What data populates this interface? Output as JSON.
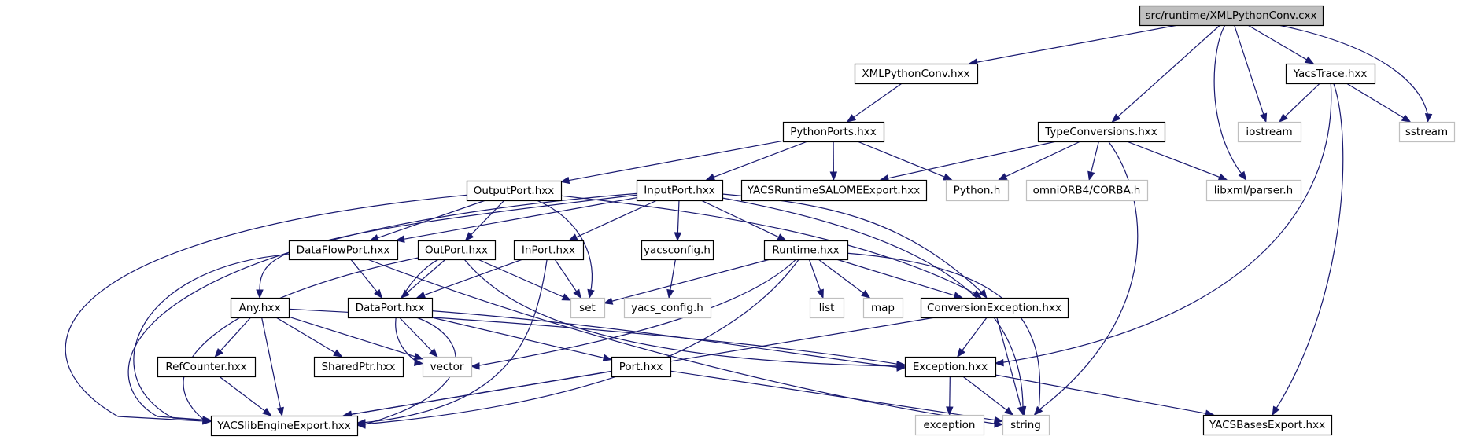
{
  "diagram": {
    "title": "src/runtime/XMLPythonConv.cxx",
    "type": "include-dependency-graph",
    "edge_color": "#191970",
    "root_fill": "#bfbfbf",
    "system_border": "#bfbfbf",
    "nodes": [
      {
        "id": "root",
        "label": "src/runtime/XMLPythonConv.cxx",
        "kind": "root"
      },
      {
        "id": "xmlpythonconv_hxx",
        "label": "XMLPythonConv.hxx",
        "kind": "local"
      },
      {
        "id": "yacstrace",
        "label": "YacsTrace.hxx",
        "kind": "local"
      },
      {
        "id": "pythonports",
        "label": "PythonPorts.hxx",
        "kind": "local"
      },
      {
        "id": "typeconversions",
        "label": "TypeConversions.hxx",
        "kind": "local"
      },
      {
        "id": "iostream",
        "label": "iostream",
        "kind": "system"
      },
      {
        "id": "sstream",
        "label": "sstream",
        "kind": "system"
      },
      {
        "id": "outputport",
        "label": "OutputPort.hxx",
        "kind": "local"
      },
      {
        "id": "inputport",
        "label": "InputPort.hxx",
        "kind": "local"
      },
      {
        "id": "yacsruntimesalome",
        "label": "YACSRuntimeSALOMEExport.hxx",
        "kind": "local"
      },
      {
        "id": "python_h",
        "label": "Python.h",
        "kind": "system"
      },
      {
        "id": "corba_h",
        "label": "omniORB4/CORBA.h",
        "kind": "system"
      },
      {
        "id": "libxml_parser",
        "label": "libxml/parser.h",
        "kind": "system"
      },
      {
        "id": "dataflowport",
        "label": "DataFlowPort.hxx",
        "kind": "local"
      },
      {
        "id": "outport",
        "label": "OutPort.hxx",
        "kind": "local"
      },
      {
        "id": "inport",
        "label": "InPort.hxx",
        "kind": "local"
      },
      {
        "id": "yacsconfig_h",
        "label": "yacsconfig.h",
        "kind": "local"
      },
      {
        "id": "runtime",
        "label": "Runtime.hxx",
        "kind": "local"
      },
      {
        "id": "any",
        "label": "Any.hxx",
        "kind": "local"
      },
      {
        "id": "dataport",
        "label": "DataPort.hxx",
        "kind": "local"
      },
      {
        "id": "set",
        "label": "set",
        "kind": "system"
      },
      {
        "id": "yacs_config_h",
        "label": "yacs_config.h",
        "kind": "system"
      },
      {
        "id": "list",
        "label": "list",
        "kind": "system"
      },
      {
        "id": "map",
        "label": "map",
        "kind": "system"
      },
      {
        "id": "conversionexception",
        "label": "ConversionException.hxx",
        "kind": "local"
      },
      {
        "id": "refcounter",
        "label": "RefCounter.hxx",
        "kind": "local"
      },
      {
        "id": "sharedptr",
        "label": "SharedPtr.hxx",
        "kind": "local"
      },
      {
        "id": "vector",
        "label": "vector",
        "kind": "system"
      },
      {
        "id": "port",
        "label": "Port.hxx",
        "kind": "local"
      },
      {
        "id": "exception_hxx",
        "label": "Exception.hxx",
        "kind": "local"
      },
      {
        "id": "yacslibengineexport",
        "label": "YACSlibEngineExport.hxx",
        "kind": "local"
      },
      {
        "id": "exception",
        "label": "exception",
        "kind": "system"
      },
      {
        "id": "string",
        "label": "string",
        "kind": "system"
      },
      {
        "id": "yacsbasesexport",
        "label": "YACSBasesExport.hxx",
        "kind": "local"
      }
    ],
    "edges": [
      [
        "root",
        "xmlpythonconv_hxx"
      ],
      [
        "root",
        "typeconversions"
      ],
      [
        "root",
        "libxml_parser"
      ],
      [
        "root",
        "iostream"
      ],
      [
        "root",
        "yacstrace"
      ],
      [
        "root",
        "sstream"
      ],
      [
        "xmlpythonconv_hxx",
        "pythonports"
      ],
      [
        "yacstrace",
        "iostream"
      ],
      [
        "yacstrace",
        "sstream"
      ],
      [
        "yacstrace",
        "exception_hxx"
      ],
      [
        "yacstrace",
        "yacsbasesexport"
      ],
      [
        "pythonports",
        "outputport"
      ],
      [
        "pythonports",
        "inputport"
      ],
      [
        "pythonports",
        "yacsruntimesalome"
      ],
      [
        "pythonports",
        "python_h"
      ],
      [
        "typeconversions",
        "yacsruntimesalome"
      ],
      [
        "typeconversions",
        "python_h"
      ],
      [
        "typeconversions",
        "corba_h"
      ],
      [
        "typeconversions",
        "libxml_parser"
      ],
      [
        "typeconversions",
        "string"
      ],
      [
        "outputport",
        "yacslibengineexport"
      ],
      [
        "outputport",
        "dataflowport"
      ],
      [
        "outputport",
        "outport"
      ],
      [
        "outputport",
        "set"
      ],
      [
        "outputport",
        "conversionexception"
      ],
      [
        "inputport",
        "yacslibengineexport"
      ],
      [
        "inputport",
        "dataflowport"
      ],
      [
        "inputport",
        "any"
      ],
      [
        "inputport",
        "inport"
      ],
      [
        "inputport",
        "yacsconfig_h"
      ],
      [
        "inputport",
        "runtime"
      ],
      [
        "inputport",
        "conversionexception"
      ],
      [
        "inputport",
        "string"
      ],
      [
        "dataflowport",
        "yacslibengineexport"
      ],
      [
        "dataflowport",
        "dataport"
      ],
      [
        "dataflowport",
        "string"
      ],
      [
        "outport",
        "yacslibengineexport"
      ],
      [
        "outport",
        "dataport"
      ],
      [
        "outport",
        "set"
      ],
      [
        "outport",
        "vector"
      ],
      [
        "outport",
        "exception_hxx"
      ],
      [
        "inport",
        "dataport"
      ],
      [
        "inport",
        "set"
      ],
      [
        "inport",
        "yacslibengineexport"
      ],
      [
        "yacsconfig_h",
        "yacs_config_h"
      ],
      [
        "runtime",
        "set"
      ],
      [
        "runtime",
        "list"
      ],
      [
        "runtime",
        "map"
      ],
      [
        "runtime",
        "conversionexception"
      ],
      [
        "runtime",
        "vector"
      ],
      [
        "runtime",
        "yacslibengineexport"
      ],
      [
        "runtime",
        "string"
      ],
      [
        "any",
        "refcounter"
      ],
      [
        "any",
        "sharedptr"
      ],
      [
        "any",
        "vector"
      ],
      [
        "any",
        "yacslibengineexport"
      ],
      [
        "any",
        "exception_hxx"
      ],
      [
        "dataport",
        "vector"
      ],
      [
        "dataport",
        "port"
      ],
      [
        "dataport",
        "exception_hxx"
      ],
      [
        "dataport",
        "yacslibengineexport"
      ],
      [
        "conversionexception",
        "exception_hxx"
      ],
      [
        "conversionexception",
        "string"
      ],
      [
        "conversionexception",
        "yacslibengineexport"
      ],
      [
        "refcounter",
        "yacslibengineexport"
      ],
      [
        "port",
        "yacslibengineexport"
      ],
      [
        "port",
        "string"
      ],
      [
        "exception_hxx",
        "exception"
      ],
      [
        "exception_hxx",
        "string"
      ],
      [
        "exception_hxx",
        "yacsbasesexport"
      ]
    ]
  }
}
